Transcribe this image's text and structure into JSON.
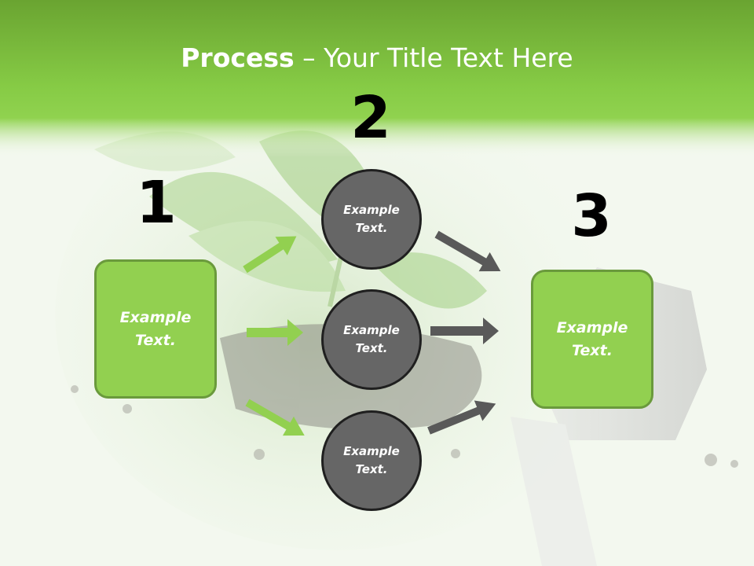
{
  "title": {
    "bold": "Process",
    "rest": " – Your Title Text Here"
  },
  "steps": [
    {
      "number": "1"
    },
    {
      "number": "2"
    },
    {
      "number": "3"
    }
  ],
  "left_box": {
    "text": "Example Text."
  },
  "right_box": {
    "text": "Example Text."
  },
  "circles": [
    {
      "text": "Example Text."
    },
    {
      "text": "Example Text."
    },
    {
      "text": "Example Text."
    }
  ],
  "colors": {
    "header_green": "#8fd14f",
    "box_fill": "#92d050",
    "circle_fill": "#666666",
    "green_arrow": "#92d050",
    "gray_arrow": "#595959"
  },
  "icons": {
    "arrow": "arrow-icon"
  }
}
